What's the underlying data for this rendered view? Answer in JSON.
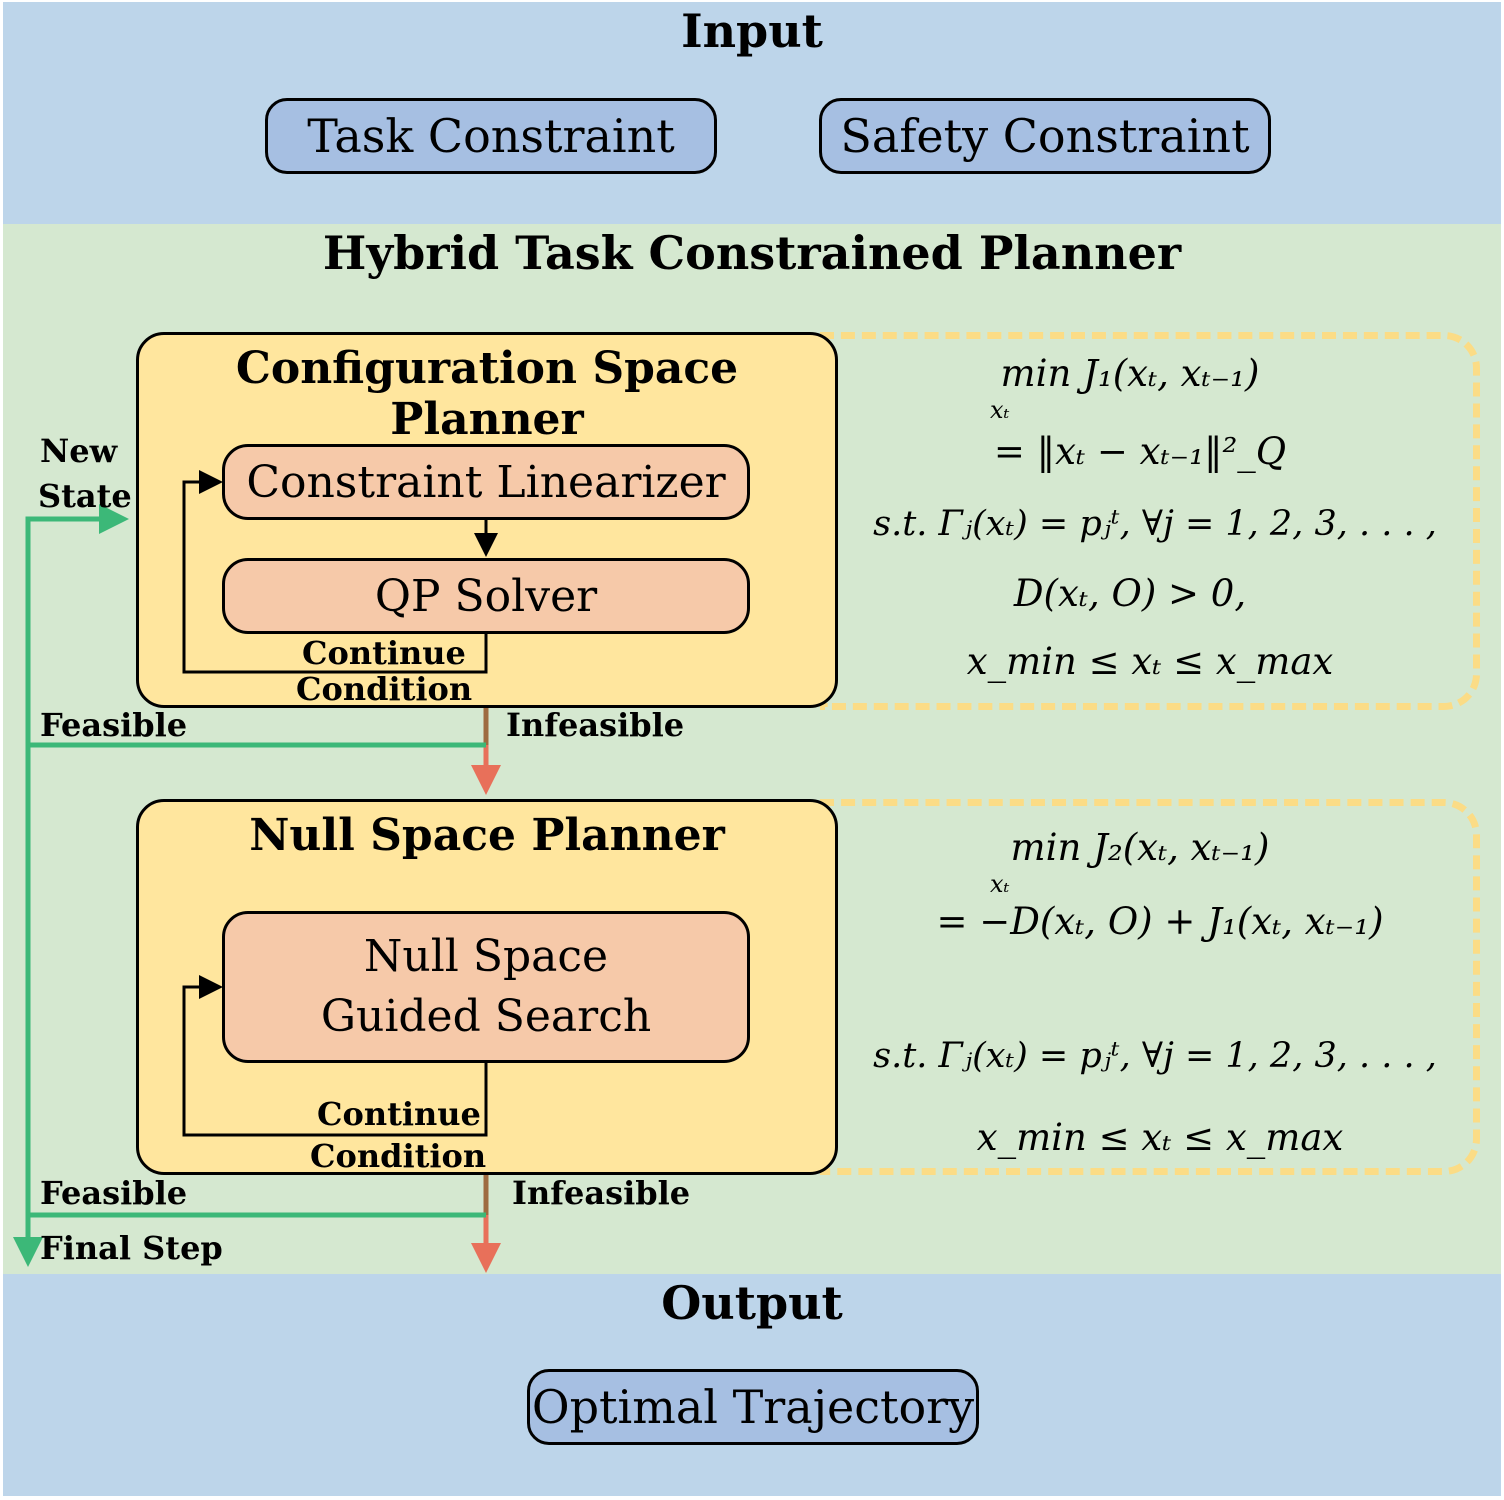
{
  "input": {
    "title": "Input",
    "items": [
      "Task Constraint",
      "Safety Constraint"
    ]
  },
  "planner": {
    "title": "Hybrid Task Constrained Planner",
    "config_space": {
      "title": "Configuration Space Planner",
      "linearizer": "Constraint Linearizer",
      "qp_solver": "QP Solver",
      "continue_label": "Continue",
      "condition_label": "Condition",
      "objective": {
        "line1": "min J₁(xₜ, xₜ₋₁)",
        "line1_sub": "xₜ",
        "line2": "= ‖xₜ − xₜ₋₁‖²_Q",
        "line3": "s.t. Γⱼ(xₜ) = pⱼᵗ, ∀j = 1, 2, 3, . . . ,",
        "line4": "D(xₜ, O) > 0,",
        "line5": "x_min ≤ xₜ ≤ x_max"
      }
    },
    "null_space": {
      "title": "Null Space Planner",
      "search_line1": "Null Space",
      "search_line2": "Guided Search",
      "continue_label": "Continue",
      "condition_label": "Condition",
      "objective": {
        "line1": "min J₂(xₜ, xₜ₋₁)",
        "line1_sub": "xₜ",
        "line2": "= −D(xₜ, O) + J₁(xₜ, xₜ₋₁)",
        "line3": "s.t. Γⱼ(xₜ) = pⱼᵗ, ∀j = 1, 2, 3, . . . ,",
        "line4": "x_min ≤ xₜ ≤ x_max"
      }
    },
    "labels": {
      "new_state_line1": "New",
      "new_state_line2": "State",
      "feasible": "Feasible",
      "infeasible": "Infeasible",
      "final_step": "Final Step"
    }
  },
  "output": {
    "title": "Output",
    "items": [
      "Optimal Trajectory"
    ]
  },
  "colors": {
    "input_band": "#bdd5ea",
    "planner_band": "#d5e8d0",
    "box_blue": "#a6bfe2",
    "box_yellow": "#ffe69e",
    "box_salmon": "#f6c9a9",
    "dash_yellow": "#fbdc86",
    "feasible_green": "#3cb878",
    "infeasible_red": "#e8705a"
  }
}
